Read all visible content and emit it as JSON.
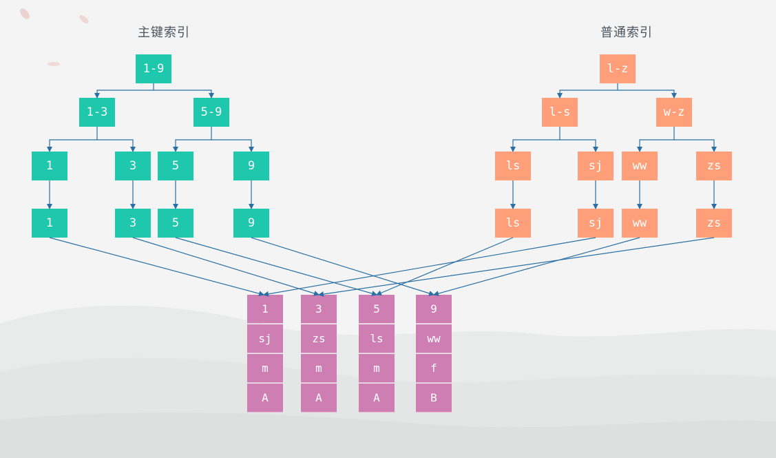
{
  "titles": {
    "left": "主键索引",
    "right": "普通索引"
  },
  "colors": {
    "primary": "#1fc8ad",
    "secondary": "#ff9f79",
    "rows": "#cf7eb3",
    "arrow": "#2a6fa3"
  },
  "primary_index": {
    "root": "1-9",
    "level2": [
      "1-3",
      "5-9"
    ],
    "level3": [
      "1",
      "3",
      "5",
      "9"
    ],
    "leaves": [
      "1",
      "3",
      "5",
      "9"
    ]
  },
  "secondary_index": {
    "root": "l-z",
    "level2": [
      "l-s",
      "w-z"
    ],
    "level3": [
      "ls",
      "sj",
      "ww",
      "zs"
    ],
    "leaves": [
      "ls",
      "sj",
      "ww",
      "zs"
    ]
  },
  "rows": [
    [
      "1",
      "sj",
      "m",
      "A"
    ],
    [
      "3",
      "zs",
      "m",
      "A"
    ],
    [
      "5",
      "ls",
      "m",
      "A"
    ],
    [
      "9",
      "ww",
      "f",
      "B"
    ]
  ]
}
